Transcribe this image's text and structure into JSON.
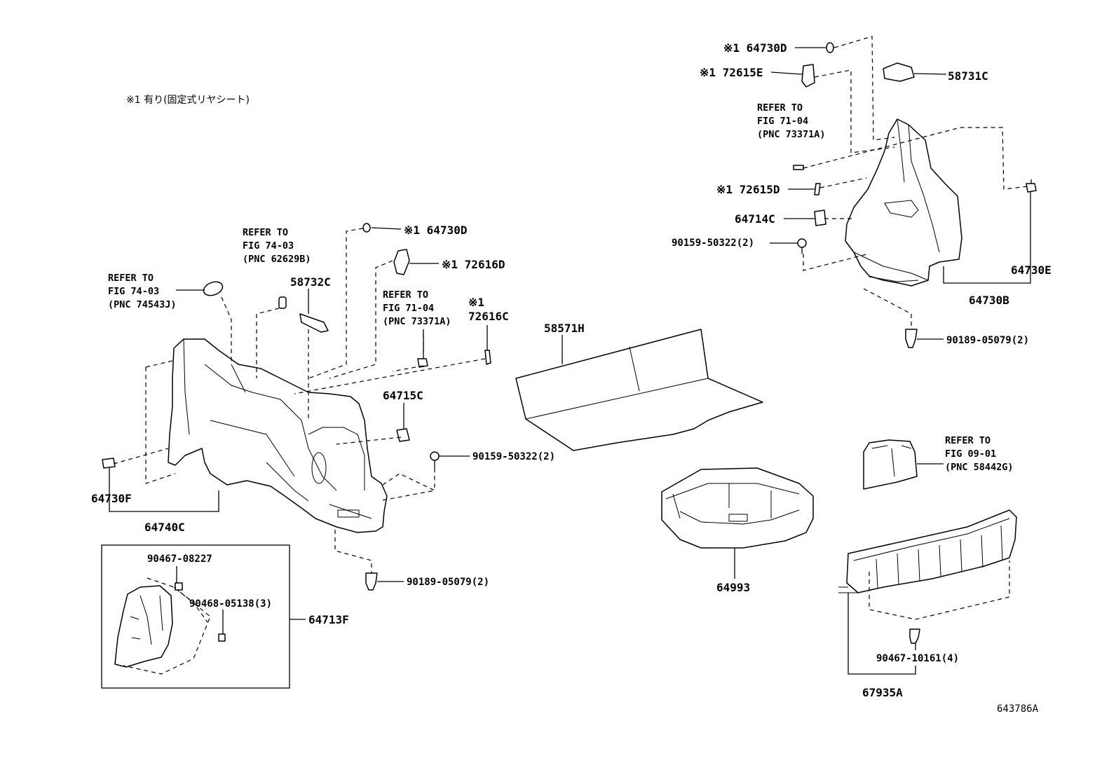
{
  "note": "※1 有り(固定式リヤシート)",
  "labels": {
    "p64730D_top": "※1 64730D",
    "p72615E": "※1 72615E",
    "p58731C": "58731C",
    "ref_71_04_top": [
      "REFER TO",
      "FIG 71-04",
      "(PNC 73371A)"
    ],
    "p72615D": "※1 72615D",
    "p64714C": "64714C",
    "p90159_right": "90159-50322(2)",
    "p64730E": "64730E",
    "p64730B": "64730B",
    "p90189_right": "90189-05079(2)",
    "ref_74_03_a": [
      "REFER TO",
      "FIG 74-03",
      "(PNC 62629B)"
    ],
    "p64730D_left": "※1 64730D",
    "p72616D": "※1 72616D",
    "ref_74_03_b": [
      "REFER TO",
      "FIG 74-03",
      "(PNC 74543J)"
    ],
    "p58732C": "58732C",
    "ref_71_04_left": [
      "REFER TO",
      "FIG 71-04",
      "(PNC 73371A)"
    ],
    "p72616C_mark": "※1",
    "p72616C": "72616C",
    "p58571H": "58571H",
    "p64715C": "64715C",
    "p90159_left": "90159-50322(2)",
    "p64730F": "64730F",
    "p64740C": "64740C",
    "p90189_left": "90189-05079(2)",
    "p90467_08227": "90467-08227",
    "p90468_05138": "90468-05138(3)",
    "p64713F": "64713F",
    "ref_09_01": [
      "REFER TO",
      "FIG 09-01",
      "(PNC 58442G)"
    ],
    "p64993": "64993",
    "p90467_10161": "90467-10161(4)",
    "p67935A": "67935A",
    "figure_id": "643786A"
  }
}
